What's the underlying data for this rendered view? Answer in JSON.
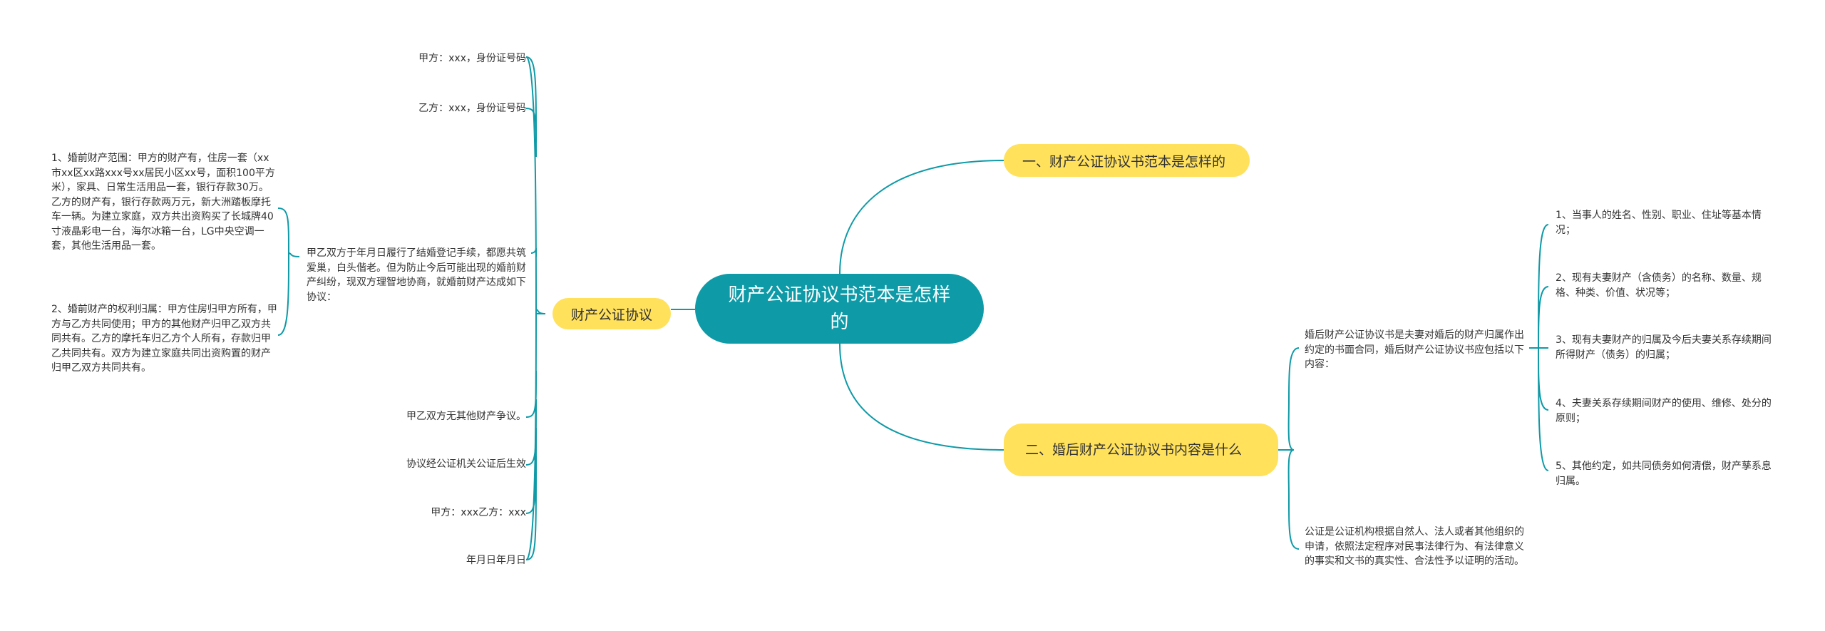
{
  "root": {
    "text": "财产公证协议书范本是怎样的"
  },
  "branches": {
    "b1": "一、财产公证协议书范本是怎样的",
    "b2": "二、婚后财产公证协议书内容是什么",
    "b3": "财产公证协议"
  },
  "left_leaves": {
    "l1": "甲方：xxx，身份证号码",
    "l2": "乙方：xxx，身份证号码",
    "l3": "甲乙双方于年月日履行了结婚登记手续，都愿共筑爱巢，白头偕老。但为防止今后可能出现的婚前财产纠纷，现双方理智地协商，就婚前财产达成如下协议：",
    "l4": "甲乙双方无其他财产争议。",
    "l5": "协议经公证机关公证后生效",
    "l6": "甲方：xxx乙方：xxx",
    "l7": "年月日年月日"
  },
  "far_left": {
    "f1": "1、婚前财产范围：甲方的财产有，住房一套（xx市xx区xx路xxx号xx居民小区xx号，面积100平方米），家具、日常生活用品一套，银行存款30万。乙方的财产有，银行存款两万元，新大洲踏板摩托车一辆。为建立家庭，双方共出资购买了长城牌40寸液晶彩电一台，海尔冰箱一台，LG中央空调一套，其他生活用品一套。",
    "f2": "2、婚前财产的权利归属：甲方住房归甲方所有，甲方与乙方共同使用；甲方的其他财产归甲乙双方共同共有。乙方的摩托车归乙方个人所有，存款归甲乙共同共有。双方为建立家庭共同出资购置的财产归甲乙双方共同共有。"
  },
  "right_leaves": {
    "r1": "婚后财产公证协议书是夫妻对婚后的财产归属作出约定的书面合同，婚后财产公证协议书应包括以下内容：",
    "r2": "公证是公证机构根据自然人、法人或者其他组织的申请，依照法定程序对民事法律行为、有法律意义的事实和文书的真实性、合法性予以证明的活动。"
  },
  "far_right": {
    "fr1": "1、当事人的姓名、性别、职业、住址等基本情况；",
    "fr2": "2、现有夫妻财产（含债务）的名称、数量、规格、种类、价值、状况等；",
    "fr3": "3、现有夫妻财产的归属及今后夫妻关系存续期间所得财产（债务）的归属；",
    "fr4": "4、夫妻关系存续期间财产的使用、维修、处分的原则；",
    "fr5": "5、其他约定，如共同债务如何清偿，财产孳系息归属。"
  },
  "colors": {
    "root": "#0e9aa7",
    "branch": "#ffe15c",
    "line": "#0e9aa7"
  }
}
